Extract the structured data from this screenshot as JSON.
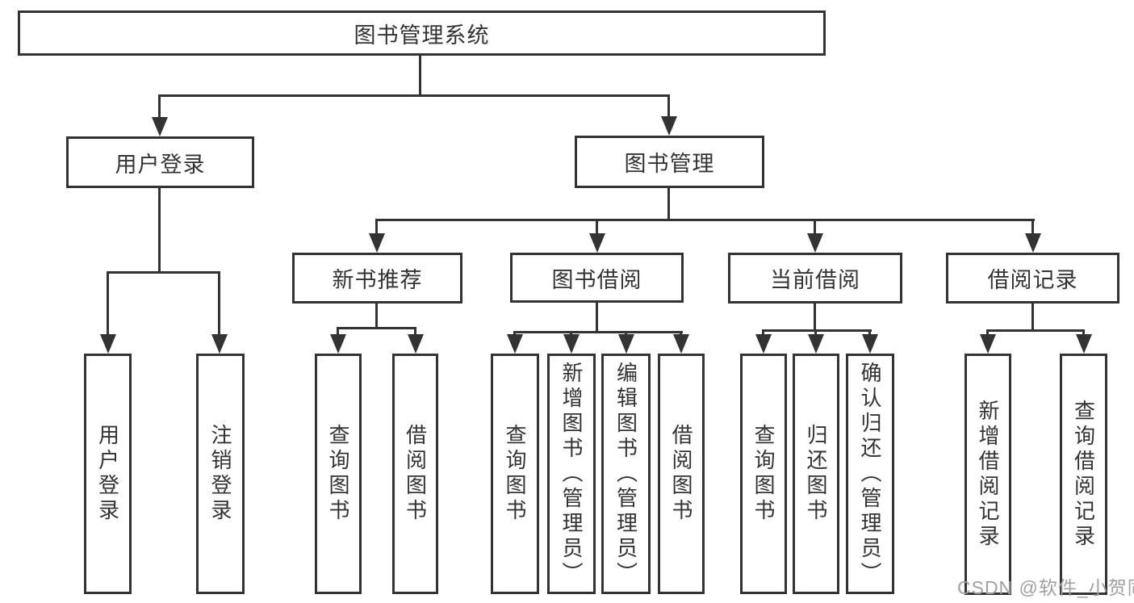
{
  "tree": {
    "root": {
      "label": "图书管理系统",
      "children": [
        {
          "label": "用户登录",
          "children": [
            {
              "label": "用户登录"
            },
            {
              "label": "注销登录"
            }
          ]
        },
        {
          "label": "图书管理",
          "children": [
            {
              "label": "新书推荐",
              "children": [
                {
                  "label": "查询图书"
                },
                {
                  "label": "借阅图书"
                }
              ]
            },
            {
              "label": "图书借阅",
              "children": [
                {
                  "label": "查询图书"
                },
                {
                  "label": "新增图书（管理员）"
                },
                {
                  "label": "编辑图书（管理员）"
                },
                {
                  "label": "借阅图书"
                }
              ]
            },
            {
              "label": "当前借阅",
              "children": [
                {
                  "label": "查询图书"
                },
                {
                  "label": "归还图书"
                },
                {
                  "label": "确认归还（管理员）"
                }
              ]
            },
            {
              "label": "借阅记录",
              "children": [
                {
                  "label": "新增借阅记录"
                },
                {
                  "label": "查询借阅记录"
                }
              ]
            }
          ]
        }
      ]
    }
  },
  "watermark": "CSDN @软件_小贺同学",
  "colors": {
    "line": "#333333",
    "box_background": "#ffffff",
    "watermark": "#a0a0a0"
  }
}
